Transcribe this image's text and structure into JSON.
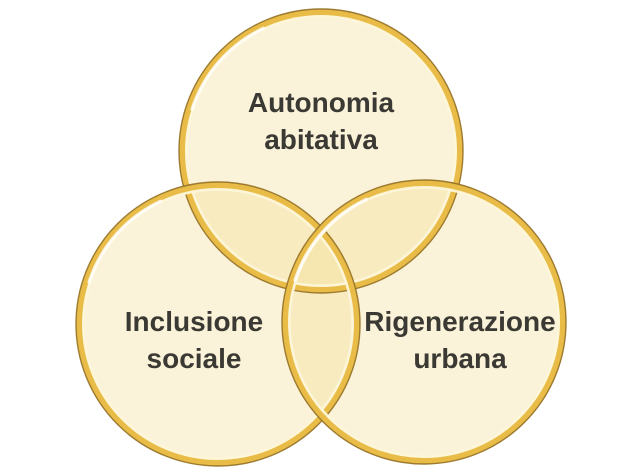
{
  "diagram": {
    "type": "venn",
    "background_color": "#ffffff",
    "colors": {
      "circle_fill": "rgba(243,219,143,0.34)",
      "rim_gold": "#e8bc47",
      "rim_outer_line": "#947026",
      "rim_inner_glow": "#fdf5d8",
      "text_color": "#3b3933",
      "overlap_double": "#f8ecc5",
      "overlap_triple": "#f6e7b4"
    },
    "sets": [
      {
        "id": "top",
        "label_line1": "Autonomia",
        "label_line2": "abitativa"
      },
      {
        "id": "left",
        "label_line1": "Inclusione",
        "label_line2": "sociale"
      },
      {
        "id": "right",
        "label_line1": "Rigenerazione",
        "label_line2": "urbana"
      }
    ]
  }
}
